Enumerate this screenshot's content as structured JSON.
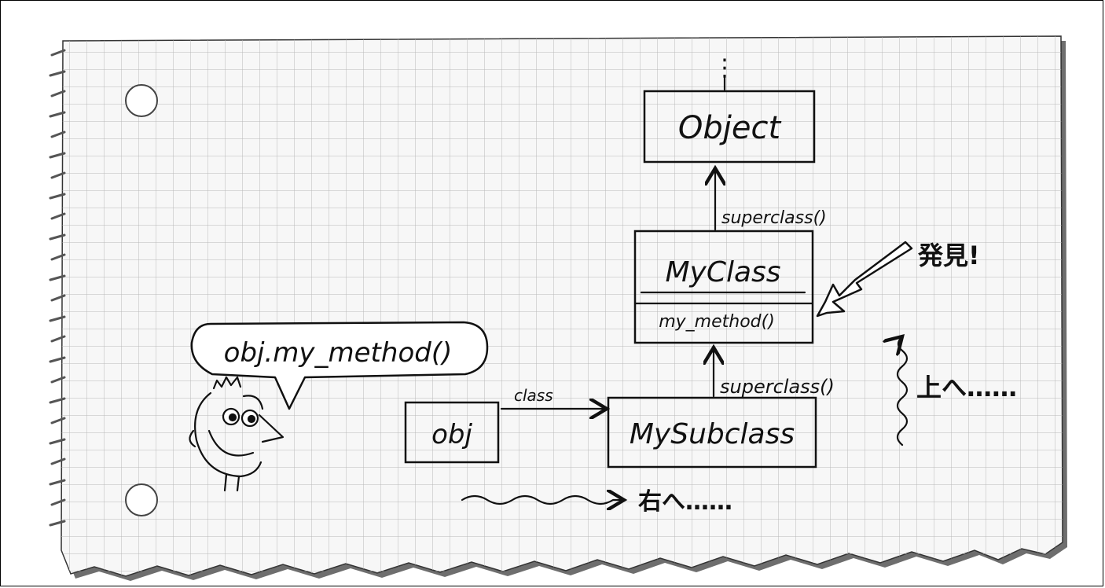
{
  "diagram": {
    "nodes": {
      "object": "Object",
      "myclass": "MyClass",
      "myclass_method": "my_method()",
      "mysubclass": "MySubclass",
      "obj": "obj"
    },
    "edges": {
      "class_label": "class",
      "superclass_upper": "superclass()",
      "superclass_lower": "superclass()"
    },
    "speech_bubble": "obj.my_method()",
    "annotations": {
      "found": "発見!",
      "up": "上へ……",
      "right": "右へ……"
    },
    "ellipsis_dots": "⋮"
  }
}
